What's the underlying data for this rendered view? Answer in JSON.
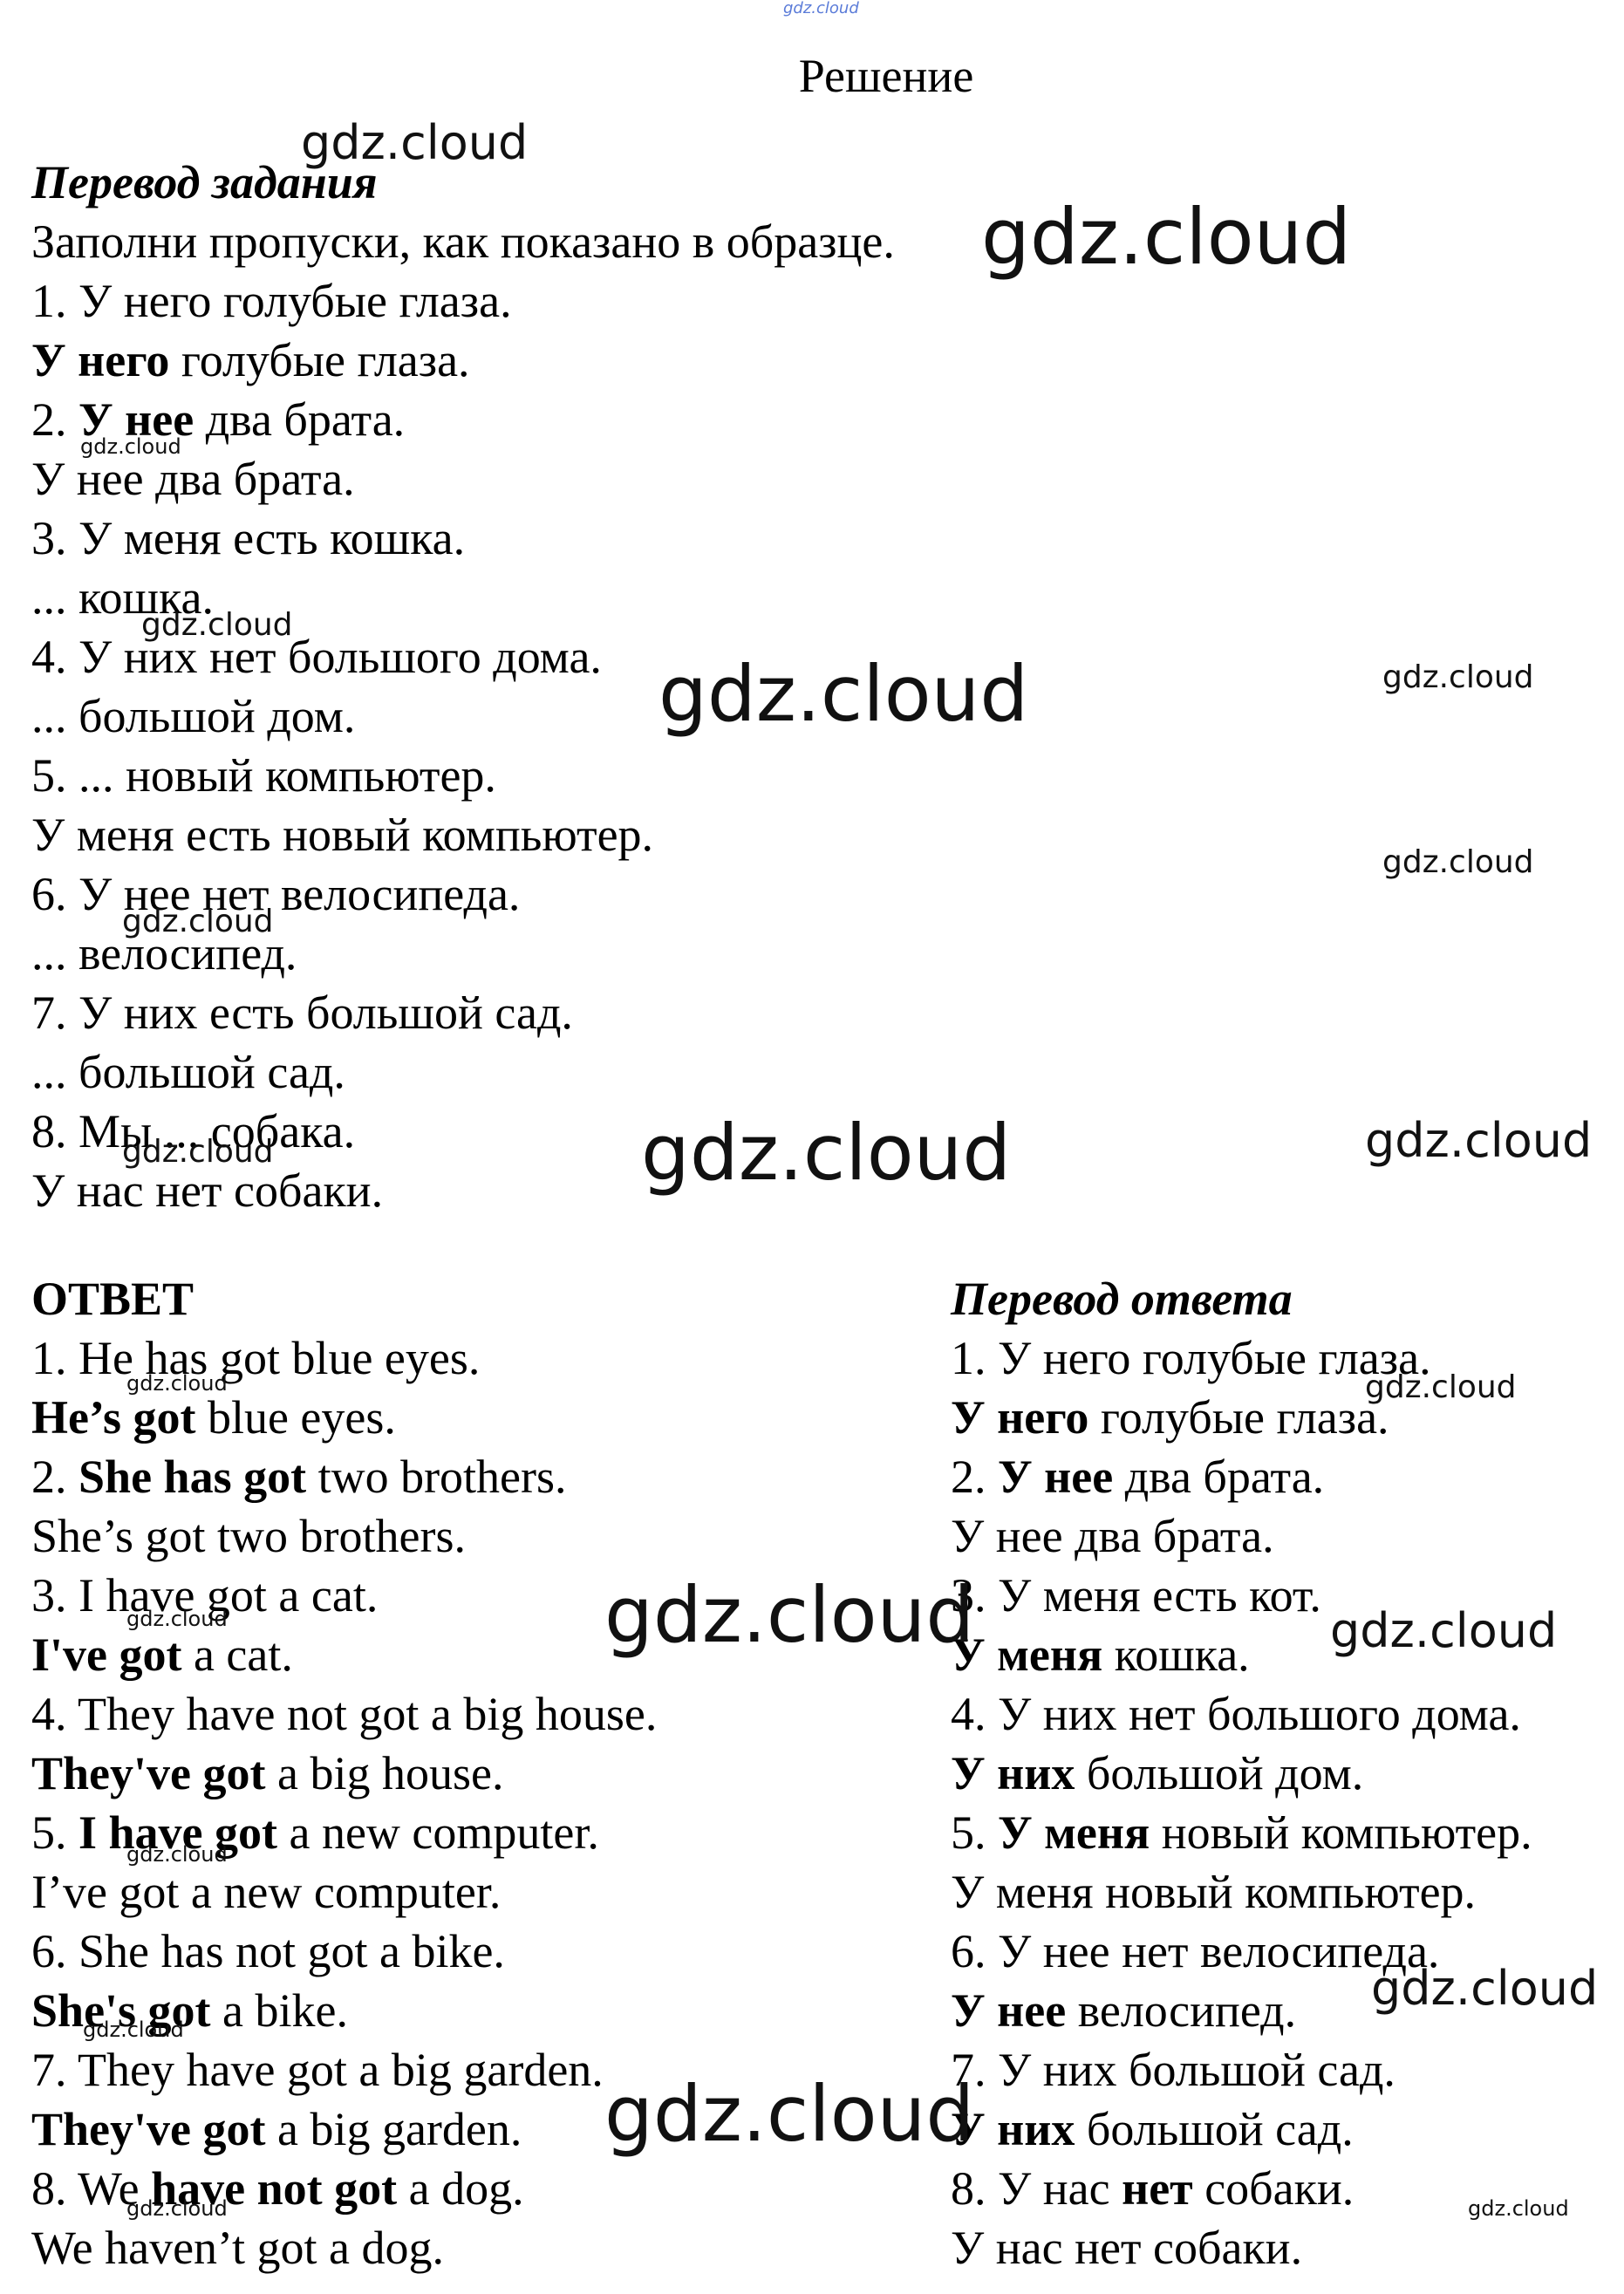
{
  "title": "Решение",
  "task": {
    "heading": "Перевод задания",
    "instruction": "Заполни пропуски, как показано в образце.",
    "lines": [
      [
        {
          "t": "1. У него голубые глаза."
        }
      ],
      [
        {
          "t": "У него",
          "b": true
        },
        {
          "t": " голубые глаза."
        }
      ],
      [
        {
          "t": "2. "
        },
        {
          "t": "У нее",
          "b": true
        },
        {
          "t": " два брата."
        }
      ],
      [
        {
          "t": "У нее два брата."
        }
      ],
      [
        {
          "t": "3. У меня есть кошка."
        }
      ],
      [
        {
          "t": "... кошка."
        }
      ],
      [
        {
          "t": "4. У них нет большого дома."
        }
      ],
      [
        {
          "t": "... большой дом."
        }
      ],
      [
        {
          "t": "5. ... новый компьютер."
        }
      ],
      [
        {
          "t": "У меня есть новый компьютер."
        }
      ],
      [
        {
          "t": "6. У нее нет велосипеда."
        }
      ],
      [
        {
          "t": "... велосипед."
        }
      ],
      [
        {
          "t": "7. У них есть большой сад."
        }
      ],
      [
        {
          "t": "... большой сад."
        }
      ],
      [
        {
          "t": "8. Мы ... собака."
        }
      ],
      [
        {
          "t": "У нас нет собаки."
        }
      ]
    ]
  },
  "answer": {
    "heading": "ОТВЕТ",
    "lines": [
      [
        {
          "t": "1. He has got blue eyes."
        }
      ],
      [
        {
          "t": "He’s got",
          "b": true
        },
        {
          "t": " blue eyes."
        }
      ],
      [
        {
          "t": "2. "
        },
        {
          "t": "She has got",
          "b": true
        },
        {
          "t": " two brothers."
        }
      ],
      [
        {
          "t": "She’s got two brothers."
        }
      ],
      [
        {
          "t": "3. I have got a cat."
        }
      ],
      [
        {
          "t": "I've got",
          "b": true
        },
        {
          "t": " a cat."
        }
      ],
      [
        {
          "t": "4. They have not got a big house."
        }
      ],
      [
        {
          "t": "They've got",
          "b": true
        },
        {
          "t": " a big house."
        }
      ],
      [
        {
          "t": "5. "
        },
        {
          "t": "I have got",
          "b": true
        },
        {
          "t": " a new computer."
        }
      ],
      [
        {
          "t": "I’ve got a new computer."
        }
      ],
      [
        {
          "t": "6. She has not got a bike."
        }
      ],
      [
        {
          "t": "She's got",
          "b": true
        },
        {
          "t": " a bike."
        }
      ],
      [
        {
          "t": "7. They have got a big garden."
        }
      ],
      [
        {
          "t": "They've got",
          "b": true
        },
        {
          "t": " a big garden."
        }
      ],
      [
        {
          "t": "8. We "
        },
        {
          "t": "have not got",
          "b": true
        },
        {
          "t": " a dog."
        }
      ],
      [
        {
          "t": "We haven’t got a dog."
        }
      ]
    ]
  },
  "answer_translation": {
    "heading": "Перевод ответа",
    "lines": [
      [
        {
          "t": "1. У него голубые глаза."
        }
      ],
      [
        {
          "t": "У него",
          "b": true
        },
        {
          "t": " голубые глаза."
        }
      ],
      [
        {
          "t": "2. "
        },
        {
          "t": "У нее",
          "b": true
        },
        {
          "t": " два брата."
        }
      ],
      [
        {
          "t": "У нее два брата."
        }
      ],
      [
        {
          "t": "3. У меня есть кот."
        }
      ],
      [
        {
          "t": "У меня",
          "b": true
        },
        {
          "t": " кошка."
        }
      ],
      [
        {
          "t": "4. У них нет большого дома."
        }
      ],
      [
        {
          "t": "У них",
          "b": true
        },
        {
          "t": " большой дом."
        }
      ],
      [
        {
          "t": "5. "
        },
        {
          "t": "У меня",
          "b": true
        },
        {
          "t": " новый компьютер."
        }
      ],
      [
        {
          "t": "У меня новый компьютер."
        }
      ],
      [
        {
          "t": "6. У нее нет велосипеда."
        }
      ],
      [
        {
          "t": "У нее",
          "b": true
        },
        {
          "t": " велосипед."
        }
      ],
      [
        {
          "t": "7. У них большой сад."
        }
      ],
      [
        {
          "t": "У них",
          "b": true
        },
        {
          "t": " большой сад."
        }
      ],
      [
        {
          "t": "8. У нас "
        },
        {
          "t": "нет",
          "b": true
        },
        {
          "t": " собаки."
        }
      ],
      [
        {
          "t": "У нас нет собаки."
        }
      ]
    ]
  },
  "watermark_text": "gdz.cloud"
}
